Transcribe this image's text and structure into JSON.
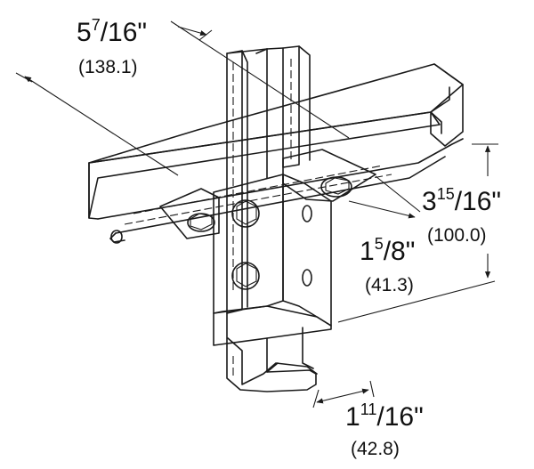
{
  "colors": {
    "plate_fill": "#d5d5d5",
    "plate_shade": "#bdbdbd",
    "channel_fill": "#ffffff",
    "line": "#1a1a1a",
    "text": "#111111"
  },
  "dimensions": {
    "width_top": {
      "whole": "5",
      "num": "7",
      "den": "/16\"",
      "metric": "(138.1)"
    },
    "height_right": {
      "whole": "3",
      "num": "15",
      "den": "/16\"",
      "metric": "(100.0)"
    },
    "flange_mid": {
      "whole": "1",
      "num": "5",
      "den": "/8\"",
      "metric": "(41.3)"
    },
    "channel_bottom": {
      "whole": "1",
      "num": "11",
      "den": "/16\"",
      "metric": "(42.8)"
    }
  }
}
